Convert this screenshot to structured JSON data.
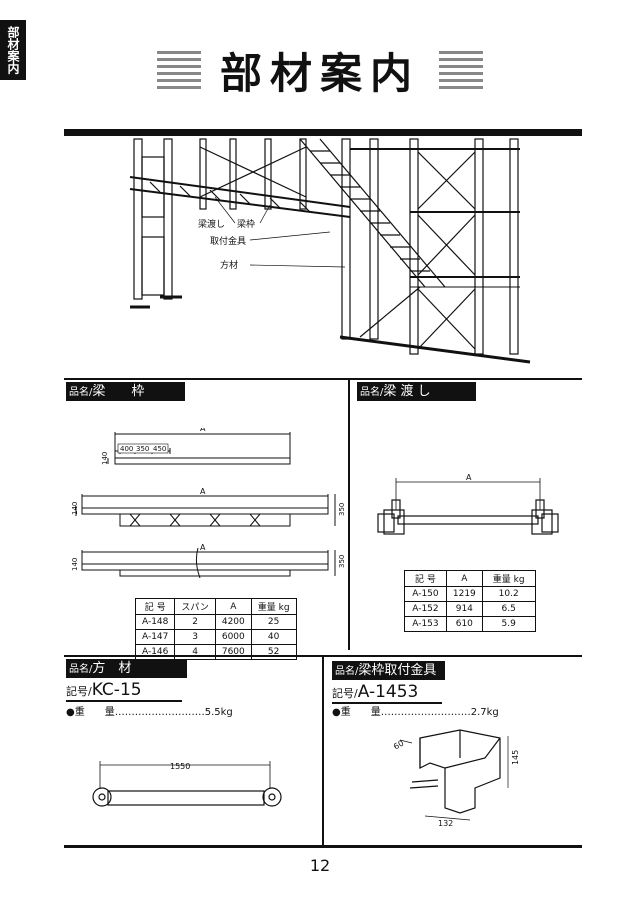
{
  "side_tab": "部材案内",
  "page_title": "部材案内",
  "overview_labels": [
    "梁渡し",
    "梁枠",
    "取付金具",
    "方材"
  ],
  "sections": {
    "beam_frame": {
      "label_prefix": "品名/",
      "label_name": "梁　　枠",
      "dims": {
        "a": "A",
        "d400": "400",
        "d350": "350",
        "d450": "450",
        "h140": "140",
        "v350": "350"
      },
      "table": {
        "headers": [
          "記 号",
          "スパン",
          "A",
          "重量 kg"
        ],
        "rows": [
          [
            "A-148",
            "2",
            "4200",
            "25"
          ],
          [
            "A-147",
            "3",
            "6000",
            "40"
          ],
          [
            "A-146",
            "4",
            "7600",
            "52"
          ]
        ]
      }
    },
    "beam_bridge": {
      "label_prefix": "品名/",
      "label_name": "梁 渡 し",
      "dims": {
        "a": "A"
      },
      "table": {
        "headers": [
          "記 号",
          "A",
          "重量 kg"
        ],
        "rows": [
          [
            "A-150",
            "1219",
            "10.2"
          ],
          [
            "A-152",
            "914",
            "6.5"
          ],
          [
            "A-153",
            "610",
            "5.9"
          ]
        ]
      }
    },
    "square_member": {
      "label_prefix": "品名/",
      "label_name": "方　材",
      "code_prefix": "記号/",
      "code": "KC-15",
      "weight": "●重　　量………………………5.5kg",
      "dims": {
        "length": "1550"
      }
    },
    "fitting": {
      "label_prefix": "品名/",
      "label_name": "梁枠取付金具",
      "code_prefix": "記号/",
      "code": "A-1453",
      "weight": "●重　　量………………………2.7kg",
      "dims": {
        "w60": "60",
        "h145": "145",
        "w132": "132"
      }
    }
  },
  "page_number": "12"
}
